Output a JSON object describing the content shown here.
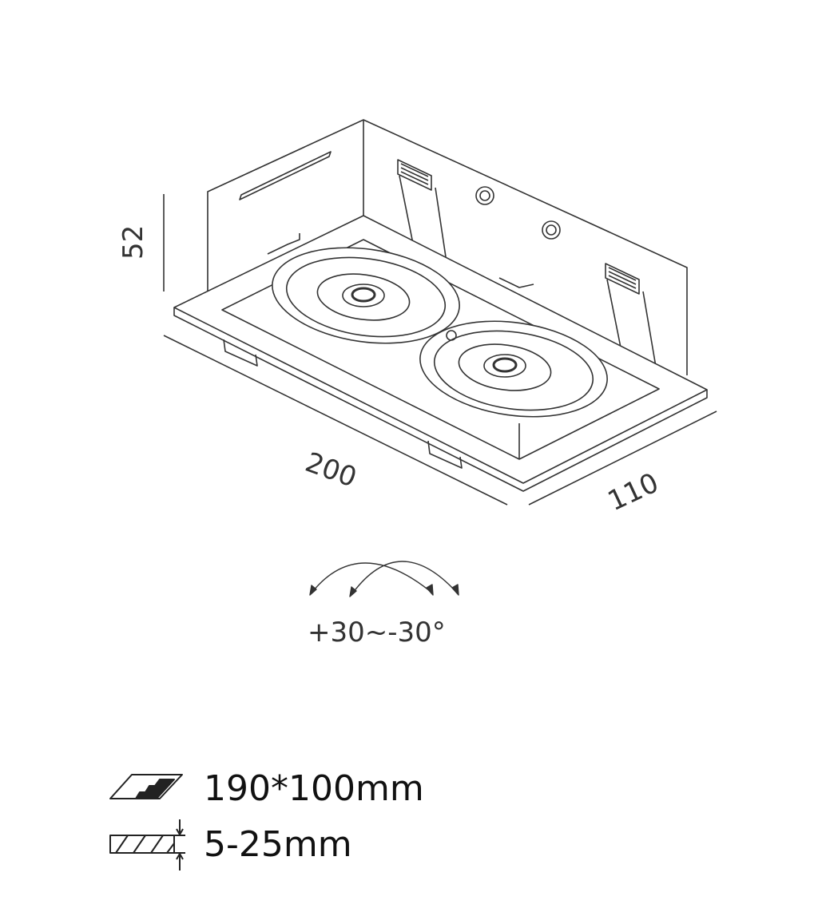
{
  "dimensions": {
    "height": "52",
    "length": "200",
    "width": "110"
  },
  "tilt_angle": "+30~-30°",
  "specs": [
    {
      "icon": "cutout-icon",
      "label": "190*100mm"
    },
    {
      "icon": "ceiling-thickness-icon",
      "label": "5-25mm"
    }
  ],
  "colors": {
    "line": "#333333",
    "background": "#ffffff"
  }
}
